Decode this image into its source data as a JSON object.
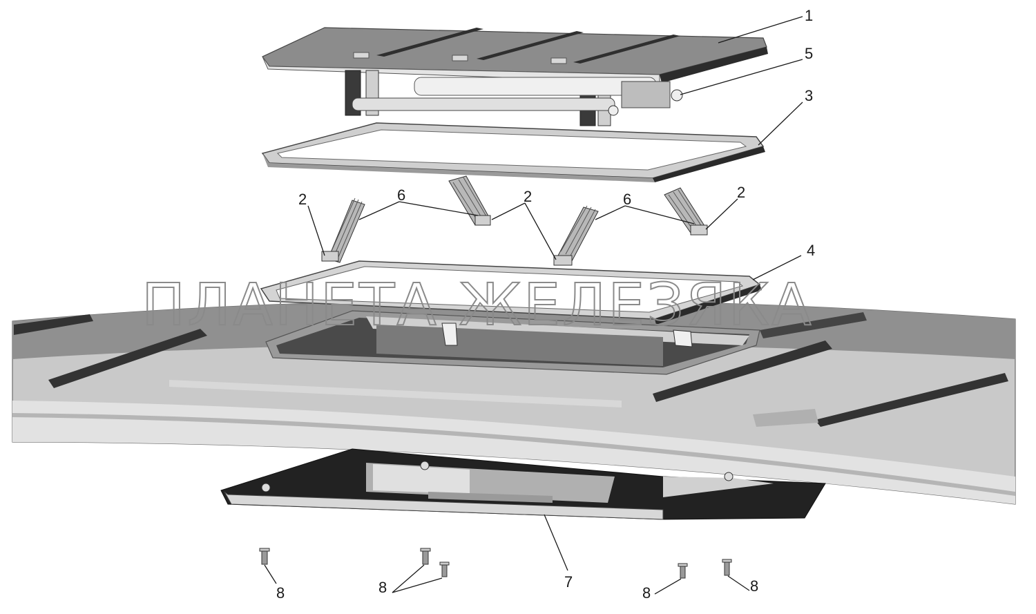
{
  "labels": {
    "part_1": "1",
    "part_2_left": "2",
    "part_2_middle": "2",
    "part_2_right": "2",
    "part_3": "3",
    "part_4": "4",
    "part_5": "5",
    "part_6_left": "6",
    "part_6_right": "6",
    "part_7": "7",
    "part_8_a": "8",
    "part_8_b": "8",
    "part_8_c": "8",
    "part_8_d": "8"
  },
  "watermark": "ПЛАНЕТА ЖЕЛЕЗЯКА"
}
